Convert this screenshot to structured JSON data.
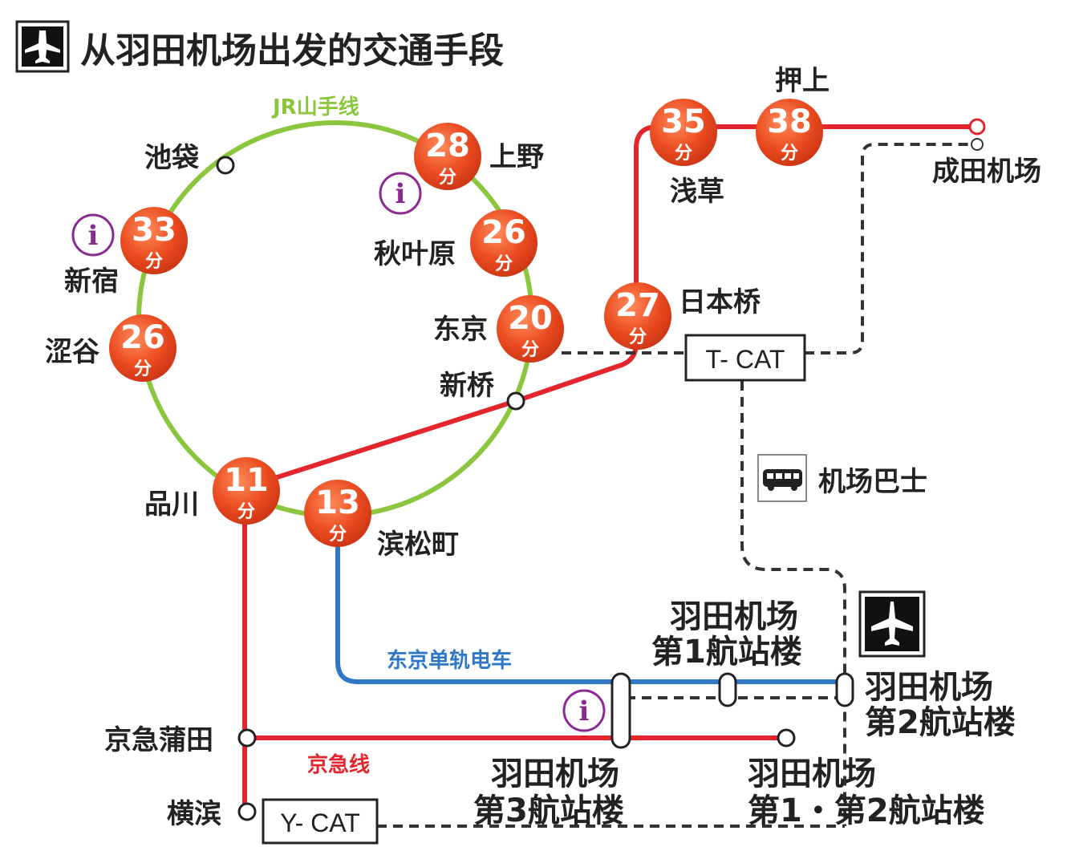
{
  "title": "从羽田机场出发的交通手段",
  "colors": {
    "yamanote": "#8cc63f",
    "red_line": "#e3262d",
    "monorail": "#2e78c7",
    "dashed": "#333333",
    "badge": "#e8471f",
    "info": "#8b2a8f"
  },
  "lines": {
    "yamanote": "JR山手线",
    "monorail": "东京单轨电车",
    "keikyu": "京急线"
  },
  "stations": {
    "ikebukuro": "池袋",
    "ueno": "上野",
    "akihabara": "秋叶原",
    "tokyo": "东京",
    "shinjuku": "新宿",
    "shibuya": "涩谷",
    "shinbashi": "新桥",
    "shinagawa": "品川",
    "hamamatsucho": "滨松町",
    "asakusa": "浅草",
    "oshiage": "押上",
    "nihonbashi": "日本桥",
    "narita": "成田机场",
    "keikyu_kamata": "京急蒲田",
    "yokohama": "横滨",
    "t1_line1": "羽田机场",
    "t1_line2": "第1航站楼",
    "t2_line1": "羽田机场",
    "t2_line2": "第2航站楼",
    "t3_line1": "羽田机场",
    "t3_line2": "第3航站楼",
    "t12_line1": "羽田机场",
    "t12_line2": "第1・第2航站楼"
  },
  "times": {
    "ueno": "28",
    "akihabara": "26",
    "tokyo": "20",
    "shinjuku": "33",
    "shibuya": "26",
    "shinagawa": "11",
    "hamamatsucho": "13",
    "asakusa": "35",
    "oshiage": "38",
    "nihonbashi": "27"
  },
  "minute_unit": "分",
  "boxes": {
    "tcat": "T- CAT",
    "ycat": "Y- CAT"
  },
  "bus_label": "机场巴士",
  "info_glyph": "i",
  "icons": {
    "title": "airplane-icon",
    "haneda": "airplane-icon",
    "bus": "bus-icon",
    "info": "info-icon"
  }
}
